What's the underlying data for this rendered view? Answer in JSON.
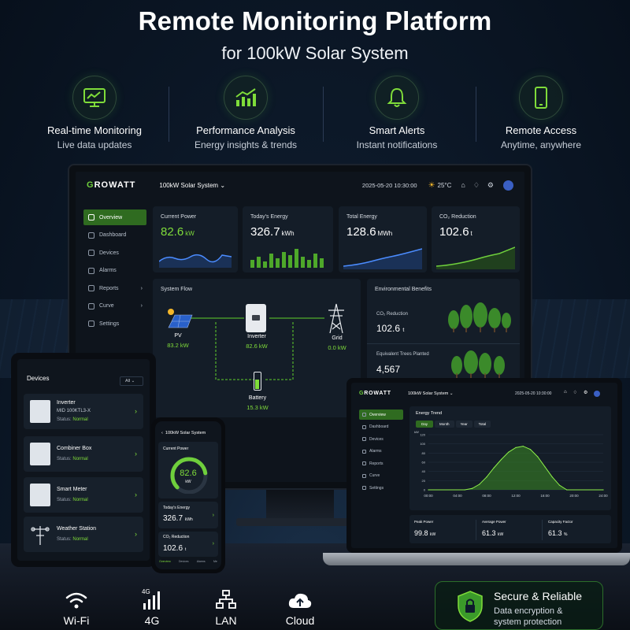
{
  "header": {
    "title": "Remote Monitoring Platform",
    "subtitle": "for 100kW Solar System"
  },
  "features": [
    {
      "title": "Real-time Monitoring",
      "sub": "Live data updates",
      "icon": "monitor-chart-icon"
    },
    {
      "title": "Performance Analysis",
      "sub": "Energy insights & trends",
      "icon": "bar-chart-icon"
    },
    {
      "title": "Smart Alerts",
      "sub": "Instant notifications",
      "icon": "bell-icon"
    },
    {
      "title": "Remote Access",
      "sub": "Anytime, anywhere",
      "icon": "smartphone-icon"
    }
  ],
  "monitor": {
    "logo": "ROWATT",
    "logo_g": "G",
    "system": "100kW Solar System",
    "datetime": "2025-05-20 10:30:00",
    "weather": "25°C",
    "nav": [
      "Overview",
      "Dashboard",
      "Devices",
      "Alarms",
      "Reports",
      "Curve",
      "Settings"
    ],
    "cards": [
      {
        "title": "Current Power",
        "value": "82.6",
        "unit": "kW"
      },
      {
        "title": "Today's Energy",
        "value": "326.7",
        "unit": "kWh"
      },
      {
        "title": "Total Energy",
        "value": "128.6",
        "unit": "MWh"
      },
      {
        "title": "CO₂ Reduction",
        "value": "102.6",
        "unit": "t"
      }
    ],
    "flow": {
      "title": "System Flow",
      "pv": {
        "label": "PV",
        "value": "83.2 kW"
      },
      "inverter": {
        "label": "Inverter",
        "value": "82.6 kW"
      },
      "grid": {
        "label": "Grid",
        "value": "0.0 kW"
      },
      "battery": {
        "label": "Battery",
        "value": "15.3 kW"
      }
    },
    "env": {
      "title": "Environmental Benefits",
      "co2_label": "CO₂ Reduction",
      "co2_value": "102.6",
      "co2_unit": "t",
      "trees_label": "Equivalent Trees Planted",
      "trees_value": "4,567"
    }
  },
  "tablet": {
    "title": "Devices",
    "filter": "All",
    "devices": [
      {
        "name": "Inverter",
        "model": "MID 100KTL3-X",
        "status_label": "Status:",
        "status": "Normal"
      },
      {
        "name": "Combiner Box",
        "model": "",
        "status_label": "Status:",
        "status": "Normal"
      },
      {
        "name": "Smart Meter",
        "model": "",
        "status_label": "Status:",
        "status": "Normal"
      },
      {
        "name": "Weather Station",
        "model": "",
        "status_label": "Status:",
        "status": "Normal"
      }
    ]
  },
  "phone": {
    "system": "100kW Solar System",
    "current_label": "Current Power",
    "current_value": "82.6",
    "current_unit": "kW",
    "gauge_fraction": 0.8,
    "energy_label": "Today's Energy",
    "energy_value": "326.7",
    "energy_unit": "kWh",
    "co2_label": "CO₂ Reduction",
    "co2_value": "102.6",
    "co2_unit": "t",
    "tabs": [
      "Overview",
      "Devices",
      "Alarms",
      "Me"
    ]
  },
  "laptop": {
    "logo": "ROWATT",
    "logo_g": "G",
    "system": "100kW Solar System",
    "datetime": "2025-05-20 10:30:00",
    "nav": [
      "Overview",
      "Dashboard",
      "Devices",
      "Alarms",
      "Reports",
      "Curve",
      "Settings"
    ],
    "trend_title": "Energy Trend",
    "ranges": [
      "Day",
      "Month",
      "Year",
      "Total"
    ],
    "yunit": "kW",
    "stats": [
      {
        "label": "Peak Power",
        "value": "99.8",
        "unit": "kW"
      },
      {
        "label": "Average Power",
        "value": "61.3",
        "unit": "kW"
      },
      {
        "label": "Capacity Factor",
        "value": "61.3",
        "unit": "%"
      }
    ]
  },
  "chart_data": {
    "type": "area",
    "x": [
      "00:00",
      "04:00",
      "08:00",
      "12:00",
      "16:00",
      "20:00",
      "24:00"
    ],
    "x_hours": [
      0,
      5,
      6,
      7,
      8,
      9,
      10,
      11,
      12,
      13,
      14,
      15,
      16,
      17,
      18,
      19,
      24
    ],
    "values": [
      0,
      0,
      3,
      12,
      28,
      48,
      66,
      82,
      92,
      95,
      88,
      72,
      50,
      28,
      10,
      0,
      0
    ],
    "yticks": [
      0,
      20,
      40,
      60,
      80,
      100,
      120
    ],
    "ylim": [
      0,
      120
    ],
    "ylabel": "kW"
  },
  "connectivity": [
    {
      "label": "Wi-Fi"
    },
    {
      "label": "4G"
    },
    {
      "label": "LAN"
    },
    {
      "label": "Cloud"
    }
  ],
  "secure": {
    "title": "Secure & Reliable",
    "sub1": "Data encryption &",
    "sub2": "system protection"
  },
  "colors": {
    "accent": "#7fdc3a",
    "active": "#2f6b20",
    "card": "#141d28"
  }
}
